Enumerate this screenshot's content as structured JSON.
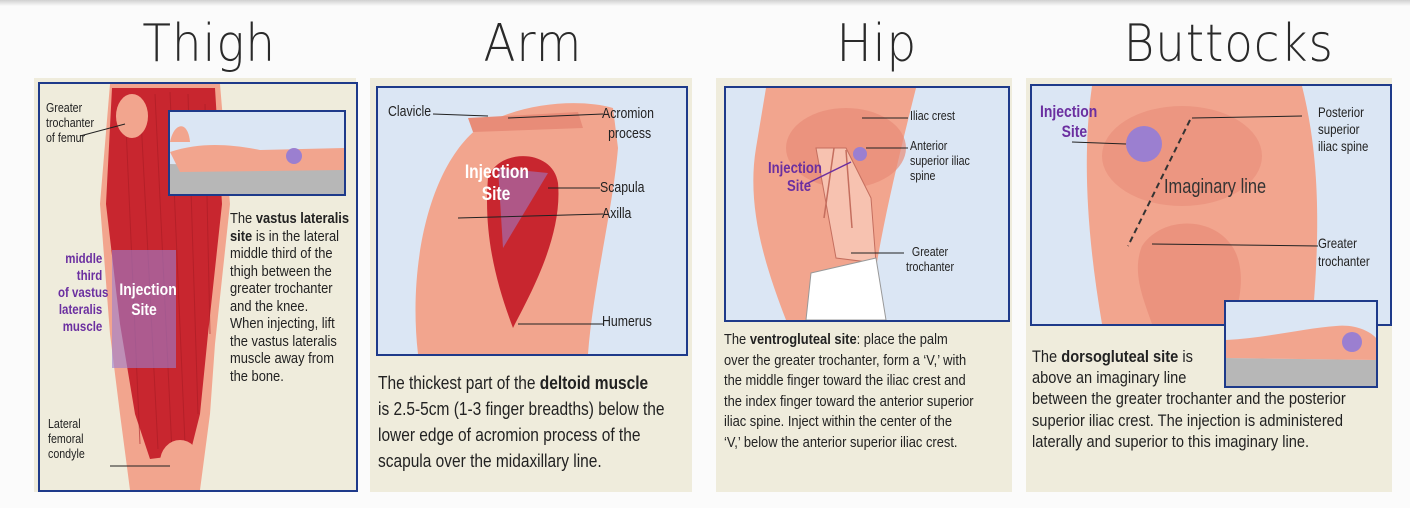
{
  "titles": {
    "thigh": "Thigh",
    "arm": "Arm",
    "hip": "Hip",
    "buttocks": "Buttocks"
  },
  "thigh": {
    "label_greater_trochanter": [
      "Greater",
      "trochanter",
      "of femur"
    ],
    "label_middle_third": [
      "middle",
      "third",
      "of vastus",
      "lateralis",
      "muscle"
    ],
    "label_injection_site": [
      "Injection",
      "Site"
    ],
    "label_lateral_condyle": [
      "Lateral",
      "femoral",
      "condyle"
    ],
    "desc_prefix": "The ",
    "desc_bold": "vastus lateralis",
    "desc_bold2": "site",
    "desc_rest": [
      "is in the lateral",
      "middle third of the",
      "thigh between the",
      "greater trochanter",
      "and the knee.",
      "When injecting, lift",
      "the vastus lateralis",
      "muscle away from",
      "the bone."
    ]
  },
  "arm": {
    "label_clavicle": "Clavicle",
    "label_acromion": [
      "Acromion",
      "process"
    ],
    "label_scapula": "Scapula",
    "label_axilla": "Axilla",
    "label_humerus": "Humerus",
    "label_injection_site": [
      "Injection",
      "Site"
    ],
    "desc_prefix": "The thickest part of the ",
    "desc_bold": "deltoid muscle",
    "desc_rest": [
      "is 2.5-5cm (1-3 finger breadths) below the",
      "lower edge of acromion process of the",
      "scapula over the midaxillary line."
    ]
  },
  "hip": {
    "label_iliac_crest": "Iliac crest",
    "label_asis": [
      "Anterior",
      "superior iliac",
      "spine"
    ],
    "label_greater_trochanter": [
      "Greater",
      "trochanter"
    ],
    "label_injection_site": [
      "Injection",
      "Site"
    ],
    "desc_prefix": "The ",
    "desc_bold": "ventrogluteal site",
    "desc_first": ": place the palm",
    "desc_rest": [
      "over the greater trochanter, form a ‘V,’ with",
      "the middle finger toward the iliac crest and",
      "the index finger toward the anterior superior",
      "iliac spine. Inject within the center of the",
      "‘V,’ below the anterior superior iliac crest."
    ]
  },
  "buttocks": {
    "label_injection_site": [
      "Injection",
      "Site"
    ],
    "label_psis": [
      "Posterior",
      "superior",
      "iliac spine"
    ],
    "label_imaginary_line": "Imaginary line",
    "label_greater_trochanter": [
      "Greater",
      "trochanter"
    ],
    "desc_prefix": "The ",
    "desc_bold": "dorsogluteal site",
    "desc_first": " is",
    "desc_rest": [
      "above an imaginary line",
      "between the greater trochanter and the posterior",
      "superior iliac crest. The injection is administered",
      "laterally and superior to this imaginary line."
    ]
  },
  "colors": {
    "muscle": "#c8262f",
    "skin": "#f2a58e",
    "site": "#9b7fd0",
    "frame": "#1e3a8a",
    "panel": "#efecdc"
  }
}
